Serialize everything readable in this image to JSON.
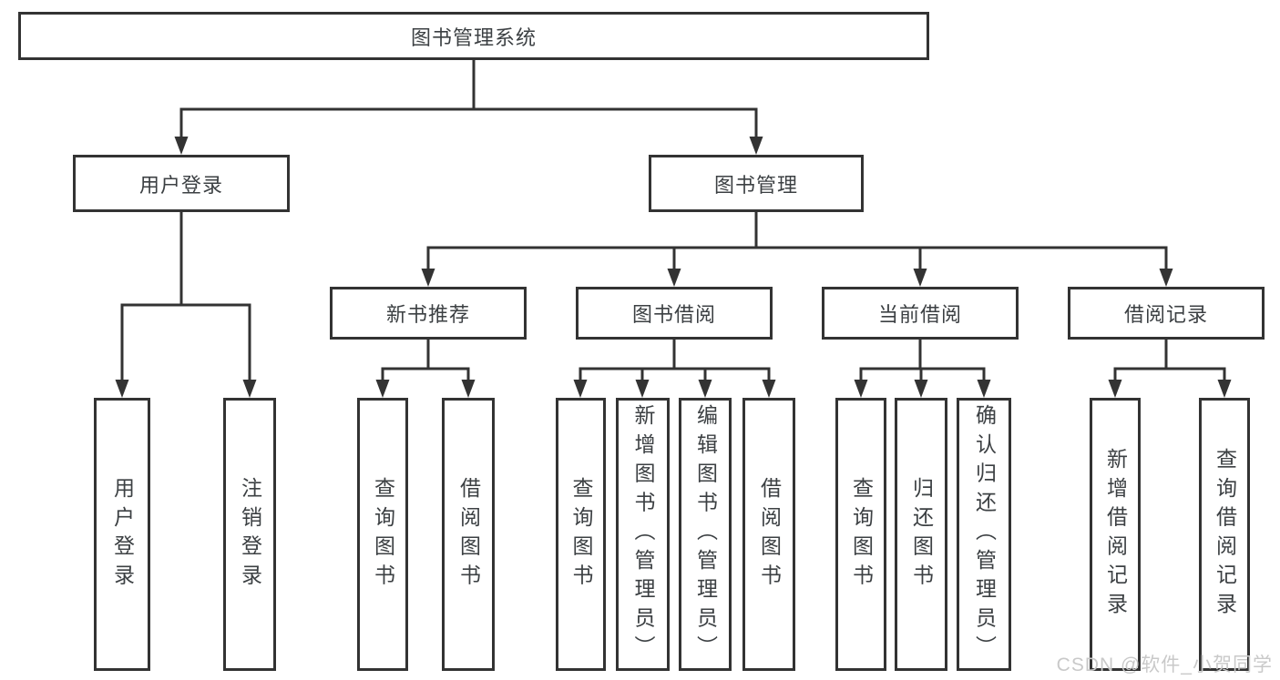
{
  "colors": {
    "line": "#333333",
    "box_border": "#333333",
    "text": "#3c4043",
    "watermark": "#c9c9c9",
    "background": "#ffffff"
  },
  "tree": {
    "label": "图书管理系统",
    "children": [
      {
        "label": "用户登录",
        "children": [
          {
            "label": "用户登录"
          },
          {
            "label": "注销登录"
          }
        ]
      },
      {
        "label": "图书管理",
        "children": [
          {
            "label": "新书推荐",
            "children": [
              {
                "label": "查询图书"
              },
              {
                "label": "借阅图书"
              }
            ]
          },
          {
            "label": "图书借阅",
            "children": [
              {
                "label": "查询图书"
              },
              {
                "label": "新增图书（管理员）"
              },
              {
                "label": "编辑图书（管理员）"
              },
              {
                "label": "借阅图书"
              }
            ]
          },
          {
            "label": "当前借阅",
            "children": [
              {
                "label": "查询图书"
              },
              {
                "label": "归还图书"
              },
              {
                "label": "确认归还（管理员）"
              }
            ]
          },
          {
            "label": "借阅记录",
            "children": [
              {
                "label": "新增借阅记录"
              },
              {
                "label": "查询借阅记录"
              }
            ]
          }
        ]
      }
    ]
  },
  "watermark": "CSDN @软件_小贺同学"
}
